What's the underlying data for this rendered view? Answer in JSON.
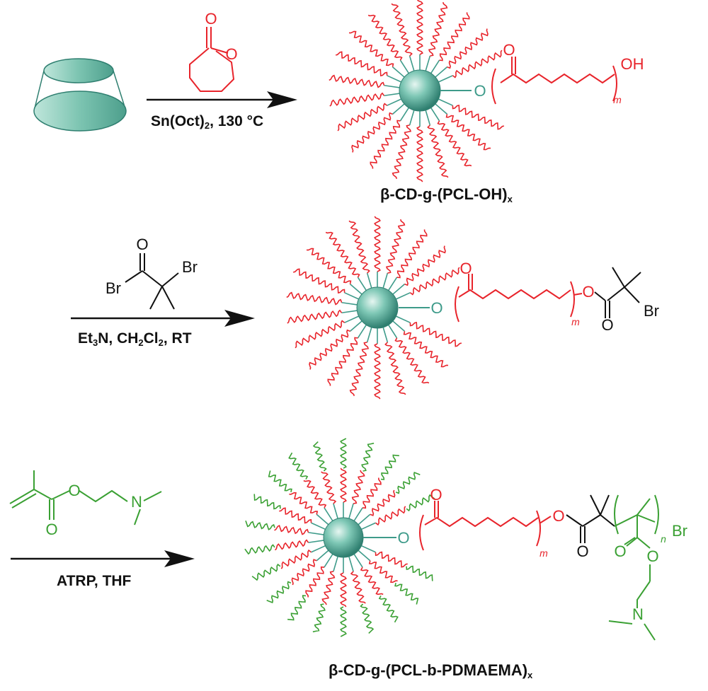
{
  "steps": [
    {
      "conditions_html": "Sn(Oct)<sub>2</sub>, 130 °C"
    },
    {
      "conditions_html": "Et<sub>3</sub>N, CH<sub>2</sub>Cl<sub>2</sub>, RT"
    },
    {
      "conditions": "ATRP, THF"
    }
  ],
  "products": [
    {
      "label_html": "β-CD-g-(PCL-OH)<sub>x</sub>"
    },
    {
      "label_html": "β-CD-g-(PCL-b-PDMAEMA)<sub>x</sub>"
    }
  ],
  "atoms": {
    "O": "O",
    "OH": "OH",
    "Br": "Br",
    "N": "N",
    "m": "m",
    "n": "n"
  },
  "colors": {
    "pcl": "#e8242b",
    "pdmaema": "#3aa033",
    "core": "#3e9b8a",
    "arrow": "#111111"
  }
}
